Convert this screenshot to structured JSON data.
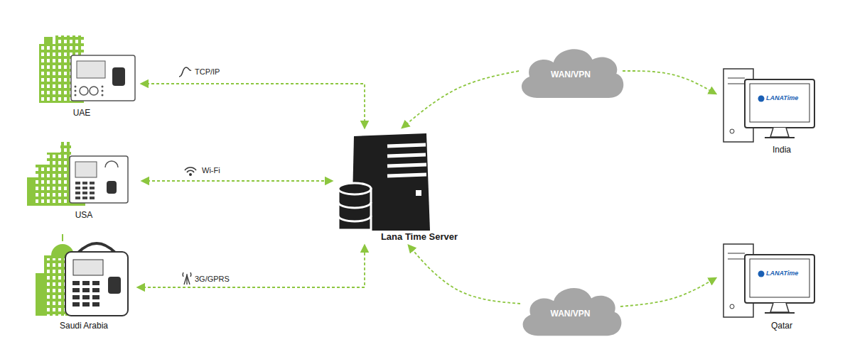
{
  "diagram": {
    "nodes": [
      {
        "text": [
          "UAE"
        ]
      },
      {
        "text": [
          "WAN/VPN"
        ]
      },
      {
        "text": [
          "India"
        ]
      },
      {
        "text": [
          "USA"
        ]
      },
      {
        "text": [
          "Lana Time Server"
        ]
      },
      {
        "text": [
          "Saudi Arabia"
        ]
      },
      {
        "text": [
          "WAN/VPN"
        ]
      },
      {
        "text": [
          "Qatar"
        ]
      }
    ],
    "edges": [
      {
        "from": 0,
        "to": 4,
        "arrow": "both",
        "label": "TCP/IP"
      },
      {
        "from": 3,
        "to": 4,
        "arrow": "both",
        "label": "Wi-Fi"
      },
      {
        "from": 5,
        "to": 4,
        "arrow": "both",
        "label": "3G/GPRS"
      },
      {
        "from": 1,
        "to": 4,
        "arrow": "to"
      },
      {
        "from": 1,
        "to": 2,
        "arrow": "to"
      },
      {
        "from": 6,
        "to": 4,
        "arrow": "to"
      },
      {
        "from": 6,
        "to": 7,
        "arrow": "to"
      }
    ],
    "labels": [
      "LANATime",
      "LANATime"
    ]
  }
}
